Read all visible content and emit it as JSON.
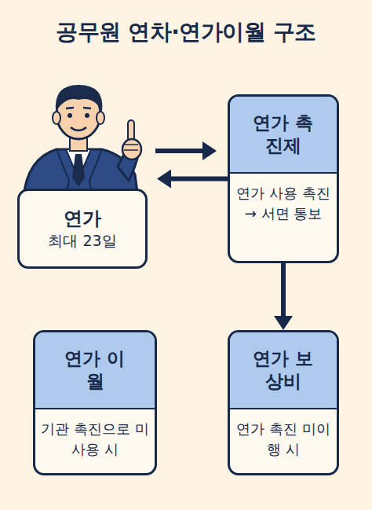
{
  "diagram": {
    "title": "공무원 연차·연가이월 구조",
    "nodes": [
      {
        "text": [
          "연가",
          "최대 23일"
        ]
      },
      {
        "text": [
          "연가 촉진제",
          "연가 사용 촉진 → 서면 통보"
        ]
      },
      {
        "text": [
          "연가 이월",
          "기관 촉진으로 미사용 시"
        ]
      },
      {
        "text": [
          "연가 보상비",
          "연가 촉진 미이행 시"
        ]
      }
    ],
    "edges": [
      {
        "from": 0,
        "to": 1,
        "arrow": "to"
      },
      {
        "from": 1,
        "to": 2,
        "arrow": "to"
      },
      {
        "from": 1,
        "to": 3,
        "arrow": "to"
      }
    ]
  }
}
